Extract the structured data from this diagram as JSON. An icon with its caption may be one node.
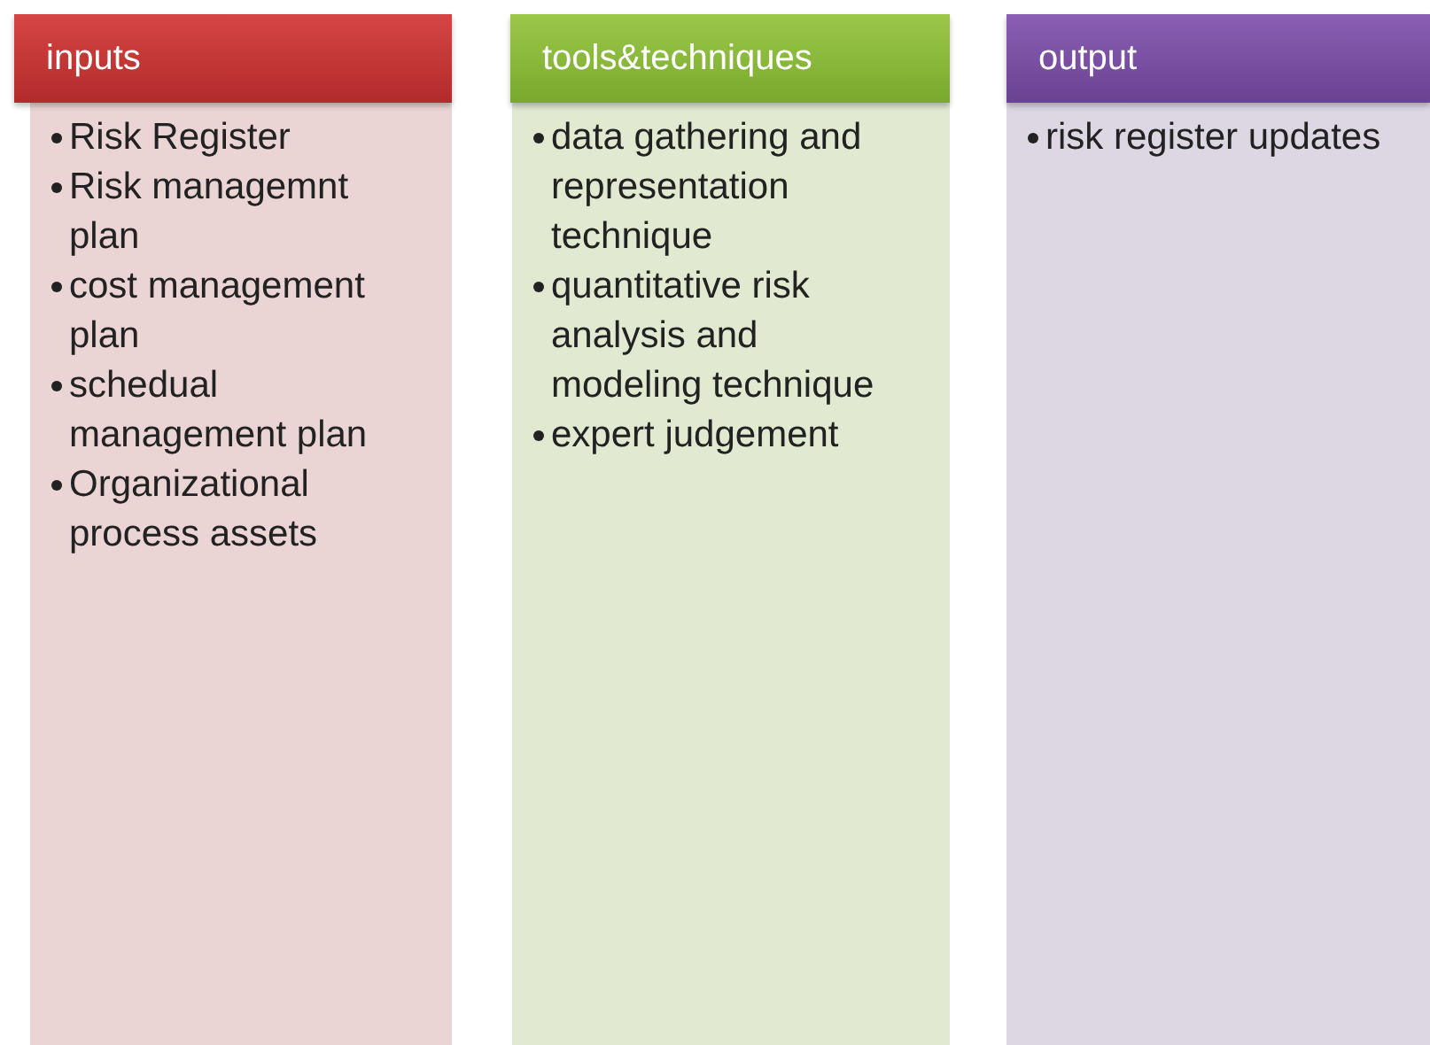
{
  "diagram": {
    "nodes": [
      {
        "text": [
          "inputs"
        ]
      },
      {
        "text": [
          "Risk Register",
          "Risk managemnt plan",
          "cost management plan",
          "schedual management plan",
          "Organizational process assets"
        ]
      },
      {
        "text": [
          "tools&techniques"
        ]
      },
      {
        "text": [
          "data gathering and representation technique",
          "quantitative risk analysis and modeling technique",
          "expert judgement"
        ]
      },
      {
        "text": [
          "output"
        ]
      },
      {
        "text": [
          "risk register updates"
        ]
      }
    ]
  }
}
